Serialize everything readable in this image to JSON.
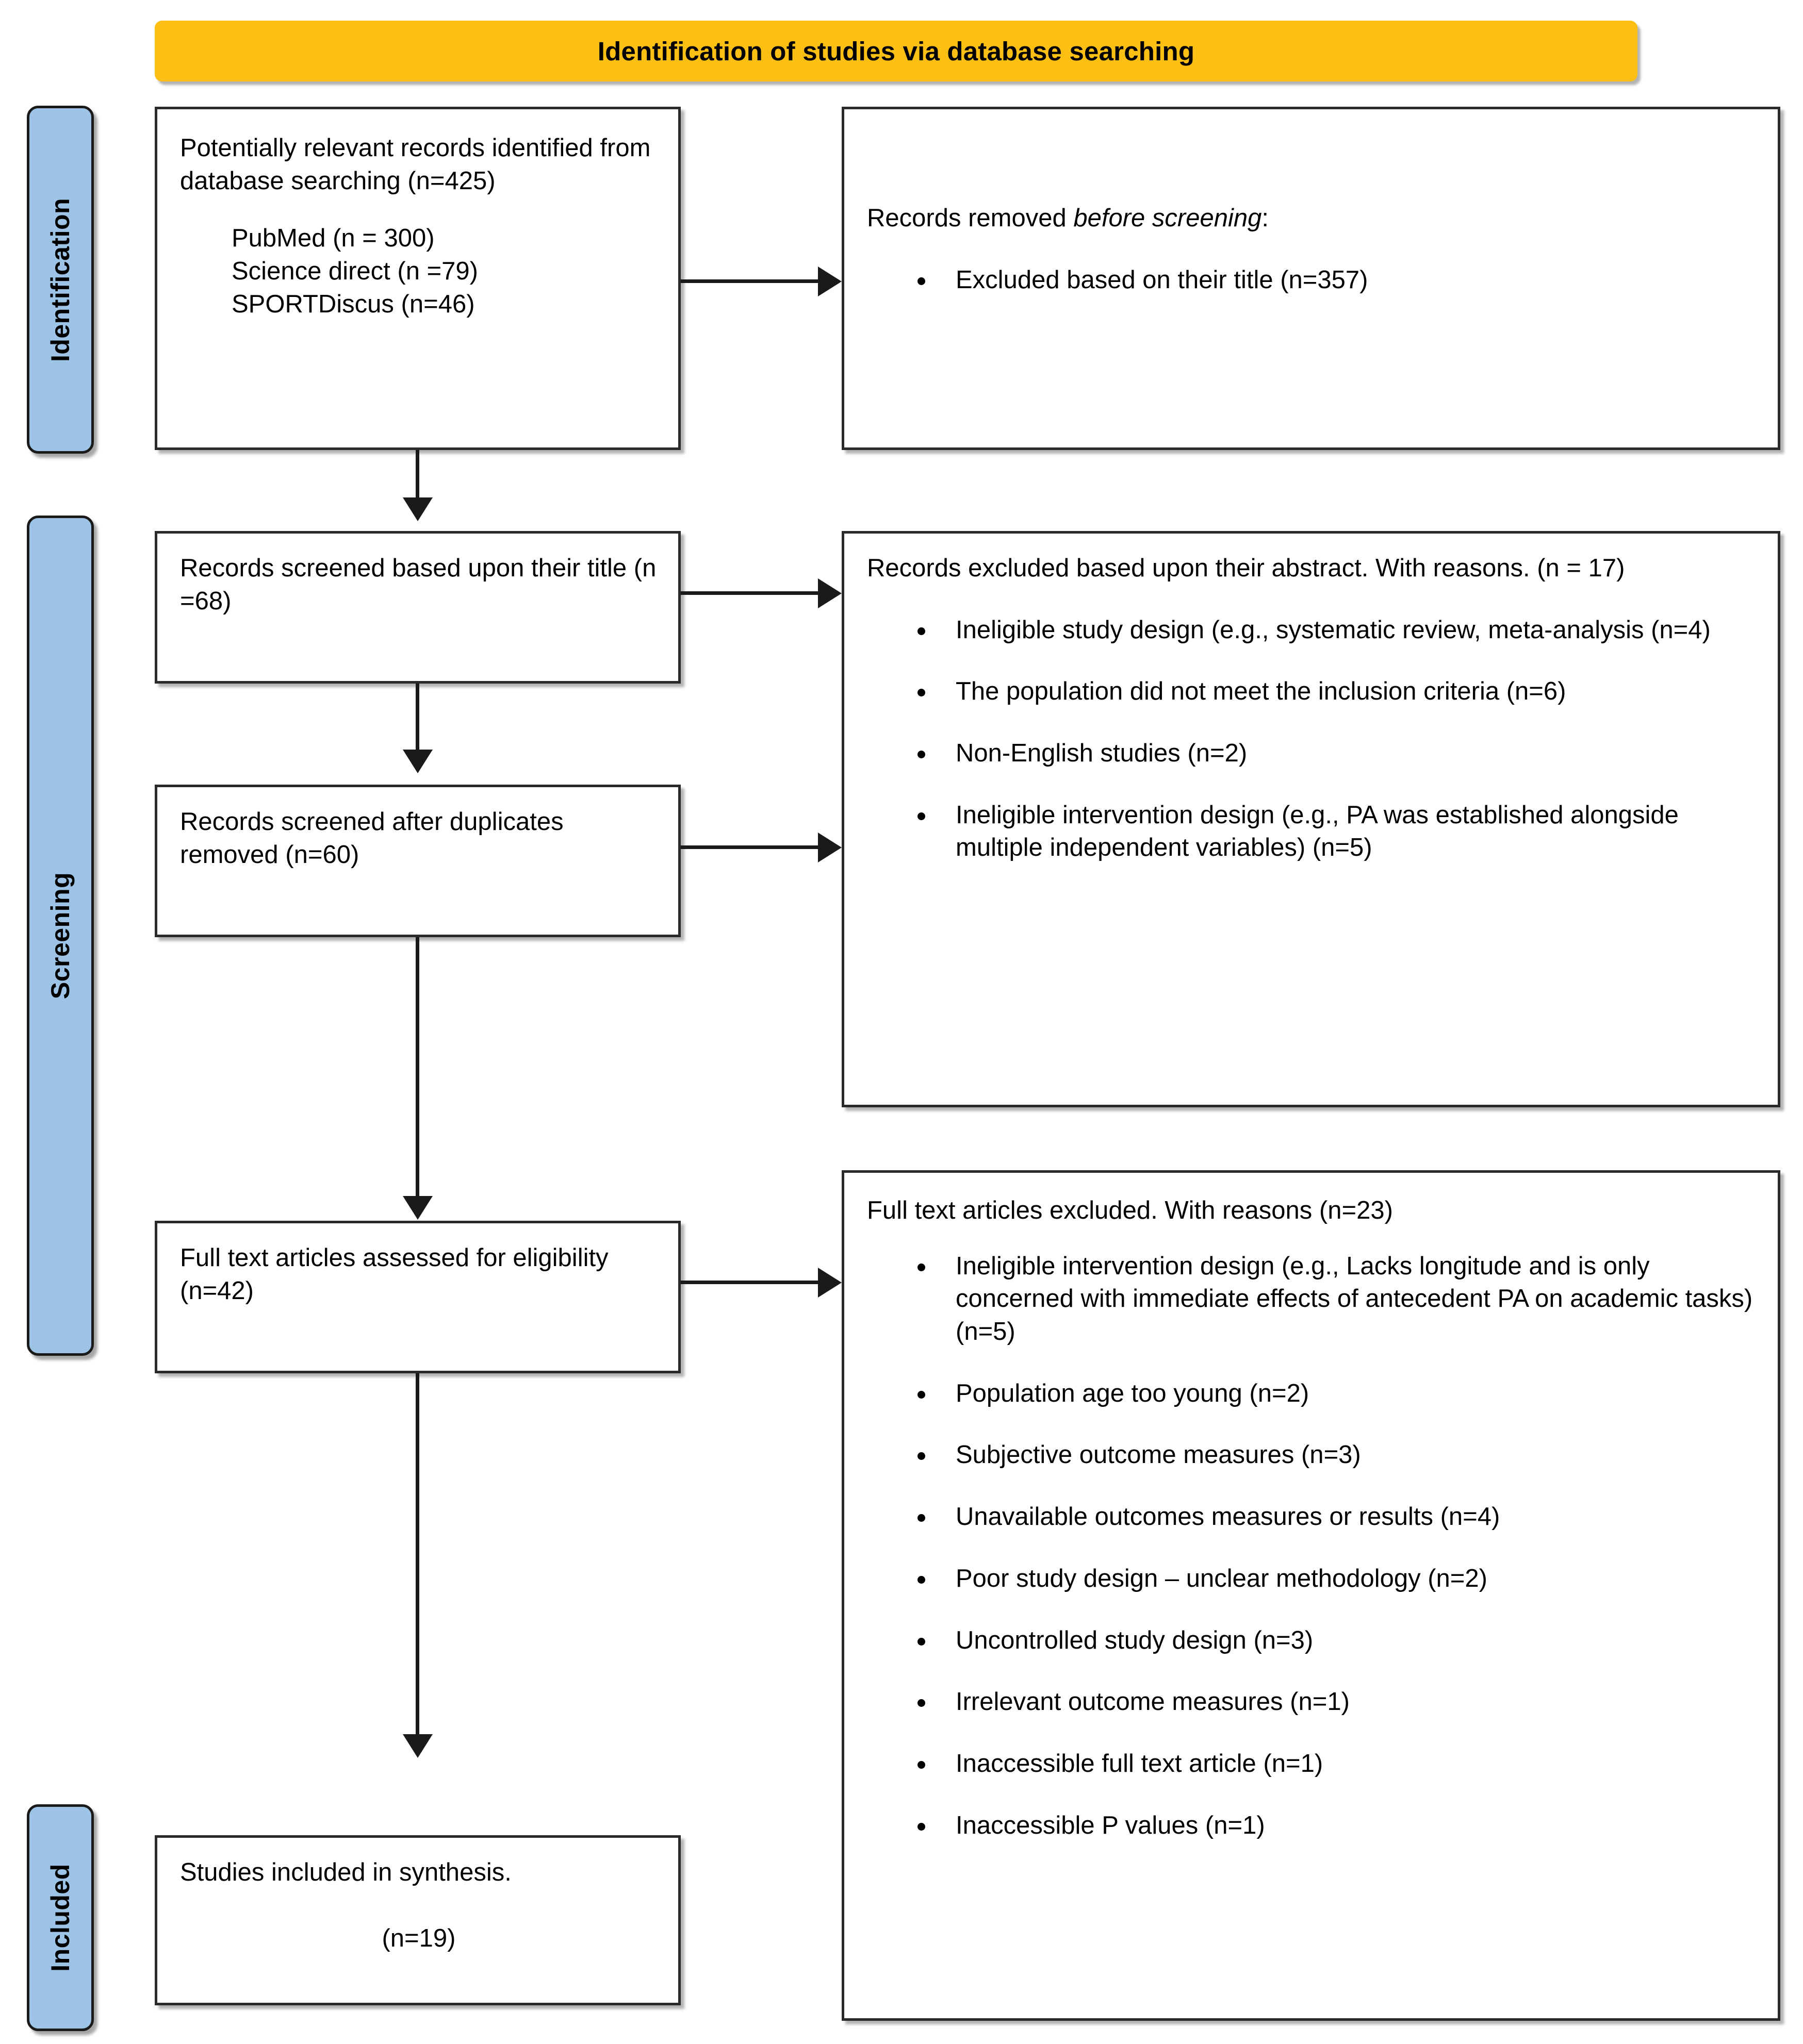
{
  "banner": {
    "title": "Identification of studies via database searching"
  },
  "stages": [
    {
      "key": "identification",
      "label": "Identification"
    },
    {
      "key": "screening",
      "label": "Screening"
    },
    {
      "key": "included",
      "label": "Included"
    }
  ],
  "boxes": {
    "identified": {
      "heading": "Potentially relevant records identified from database searching (n=425)",
      "sources": [
        "PubMed (n = 300)",
        "Science direct (n =79)",
        "SPORTDiscus (n=46)"
      ]
    },
    "removed_before_screening": {
      "heading_pre": "Records removed ",
      "heading_italic": "before screening",
      "heading_post": ":",
      "reasons": [
        "Excluded based on their title (n=357)"
      ]
    },
    "screened_title": {
      "heading": "Records screened based upon their title (n =68)"
    },
    "excluded_abstract": {
      "heading": "Records excluded based upon their abstract. With reasons. (n = 17)",
      "reasons": [
        "Ineligible study design (e.g., systematic review, meta-analysis (n=4)",
        "The population did not meet the inclusion criteria (n=6)",
        "Non-English studies (n=2)",
        "Ineligible intervention design (e.g., PA was established alongside multiple independent variables) (n=5)"
      ]
    },
    "screened_duplicates": {
      "heading": "Records screened after duplicates removed (n=60)"
    },
    "full_text_assessed": {
      "heading": "Full text articles assessed for eligibility (n=42)"
    },
    "full_text_excluded": {
      "heading": "Full text articles excluded. With reasons (n=23)",
      "reasons": [
        "Ineligible intervention design (e.g., Lacks longitude and is only concerned with immediate effects of antecedent PA on academic tasks) (n=5)",
        "Population age too young (n=2)",
        "Subjective outcome measures (n=3)",
        "Unavailable outcomes measures or results (n=4)",
        "Poor study design – unclear methodology (n=2)",
        "Uncontrolled study design (n=3)",
        "Irrelevant outcome measures (n=1)",
        "Inaccessible full text article (n=1)",
        "Inaccessible P values (n=1)"
      ]
    },
    "included_synthesis": {
      "heading": "Studies included in synthesis.",
      "count": "(n=19)"
    }
  },
  "colors": {
    "banner_background": "#FCBF14",
    "stage_tab_background": "#9DC3E6",
    "box_border": "#2A2A2A",
    "connector": "#1A1A1A",
    "text": "#000000"
  }
}
